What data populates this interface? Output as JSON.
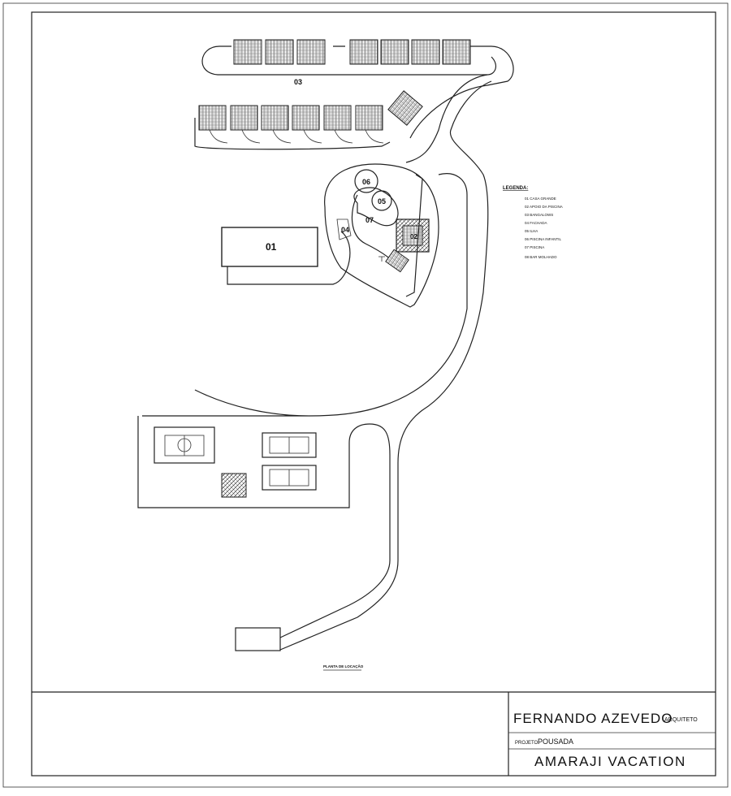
{
  "drawing": {
    "legend_title": "LEGENDA:",
    "legend_items": [
      "01 CASA GRANDE",
      "02 APOIO DA PISCINA",
      "03 BANGALOWS",
      "04 FACHADA",
      "05 ILHA",
      "06 PISCINA INFANTIL",
      "07 PISCINA",
      "08 BAR MOLHADO"
    ],
    "labels": {
      "l01": "01",
      "l02": "02",
      "l03": "03",
      "l04": "04",
      "l05": "05",
      "l06": "06",
      "l07": "07"
    },
    "plan_caption": "PLANTA DE LOCAÇÃO"
  },
  "title_block": {
    "architect": "FERNANDO AZEVEDO",
    "architect_role": "ARQUITETO",
    "project_label": "PROJETO:",
    "project_value": "POUSADA",
    "project_name": "AMARAJI VACATION"
  }
}
